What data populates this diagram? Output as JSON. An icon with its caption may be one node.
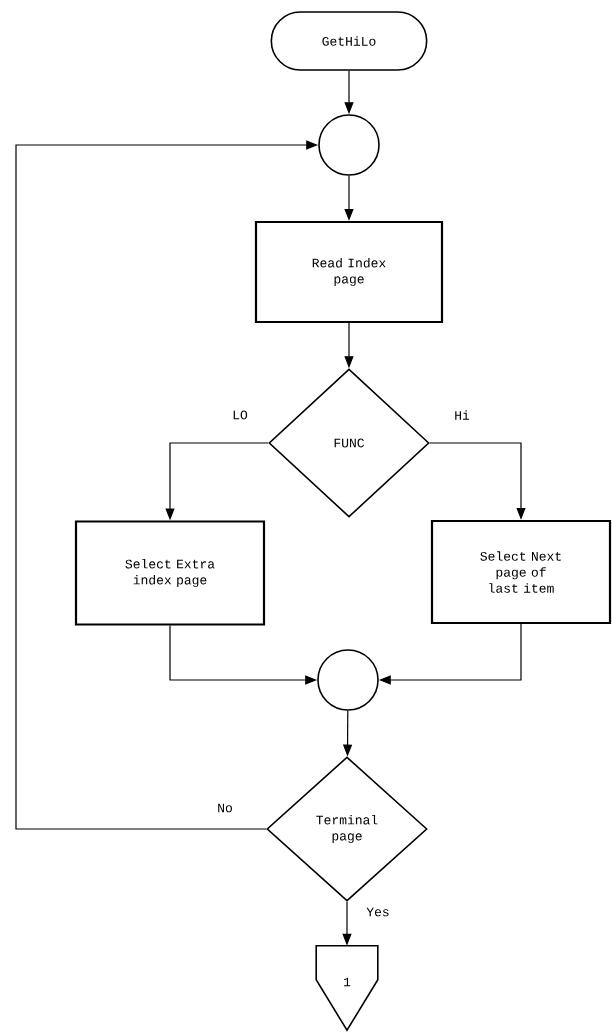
{
  "diagram": {
    "nodes": [
      {
        "text": [
          "GetHiLo"
        ]
      },
      {
        "text": [],
        "shape": "circle"
      },
      {
        "text": [
          "Read Index page"
        ]
      },
      {
        "text": [
          "FUNC"
        ]
      },
      {
        "text": [
          "Select Extra index page"
        ]
      },
      {
        "text": [
          "Select Next page of last item"
        ]
      },
      {
        "text": [],
        "shape": "circle"
      },
      {
        "text": [
          "Terminal page"
        ]
      },
      {
        "text": [
          "1"
        ]
      }
    ],
    "edges": [
      {
        "from": 0,
        "to": 1,
        "arrow": "to"
      },
      {
        "from": 1,
        "to": 2,
        "arrow": "to"
      },
      {
        "from": 2,
        "to": 3,
        "arrow": "to"
      },
      {
        "from": 3,
        "to": 4,
        "arrow": "to",
        "label": "LO"
      },
      {
        "from": 3,
        "to": 5,
        "arrow": "to",
        "label": "Hi"
      },
      {
        "from": 4,
        "to": 6,
        "arrow": "to"
      },
      {
        "from": 5,
        "to": 6,
        "arrow": "to"
      },
      {
        "from": 6,
        "to": 7,
        "arrow": "to"
      },
      {
        "from": 7,
        "to": 1,
        "arrow": "to",
        "label": "No"
      },
      {
        "from": 7,
        "to": 8,
        "arrow": "to",
        "label": "Yes"
      }
    ]
  }
}
